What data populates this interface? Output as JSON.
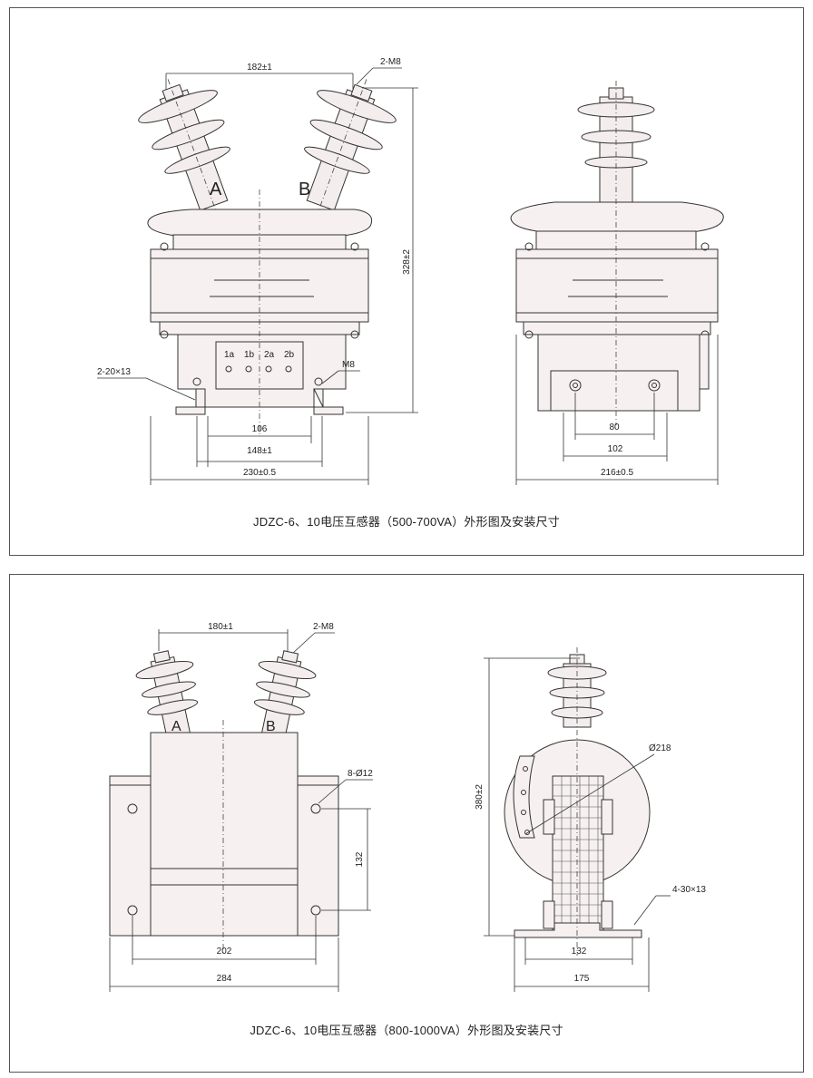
{
  "panels": [
    {
      "caption": "JDZC-6、10电压互感器（500-700VA）外形图及安装尺寸",
      "labels": {
        "terminal_a": "A",
        "terminal_b": "B",
        "t1a": "1a",
        "t1b": "1b",
        "t2a": "2a",
        "t2b": "2b",
        "bolt_top": "2-M8",
        "bolt_side": "M8",
        "slot": "2-20×13",
        "top_spacing": "182±1",
        "height": "328±2",
        "inner_106": "106",
        "mount_148": "148±1",
        "width_230": "230±0.5",
        "side_80": "80",
        "side_102": "102",
        "side_216": "216±0.5"
      }
    },
    {
      "caption": "JDZC-6、10电压互感器（800-1000VA）外形图及安装尺寸",
      "labels": {
        "terminal_a": "A",
        "terminal_b": "B",
        "bolt_top": "2-M8",
        "holes": "8-Ø12",
        "top_spacing": "180±1",
        "v_132": "132",
        "w_202": "202",
        "w_284": "284",
        "height": "380±2",
        "dia": "Ø218",
        "slots": "4-30×13",
        "side_132": "132",
        "side_175": "175"
      }
    }
  ]
}
